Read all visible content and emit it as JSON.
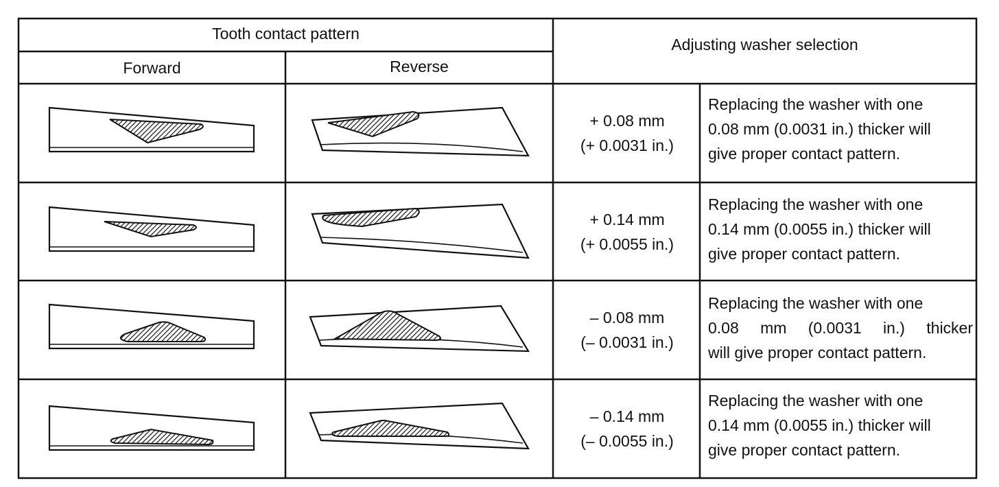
{
  "headers": {
    "tooth_contact_pattern": "Tooth contact pattern",
    "forward": "Forward",
    "reverse": "Reverse",
    "adjusting_washer_selection": "Adjusting washer selection"
  },
  "rows": [
    {
      "adjust_mm": "+ 0.08 mm",
      "adjust_in": "(+ 0.0031 in.)",
      "note_lines": [
        "Replacing the washer with one",
        "0.08 mm (0.0031 in.) thicker will",
        "give proper contact pattern."
      ]
    },
    {
      "adjust_mm": "+ 0.14 mm",
      "adjust_in": "(+ 0.0055 in.)",
      "note_lines": [
        "Replacing the washer with one",
        "0.14 mm (0.0055 in.) thicker will",
        "give proper contact pattern."
      ]
    },
    {
      "adjust_mm": "– 0.08 mm",
      "adjust_in": "(– 0.0031 in.)",
      "note_lines": [
        "Replacing the washer with one",
        "0.08 mm (0.0031 in.) thicker",
        "will give proper contact pattern."
      ]
    },
    {
      "adjust_mm": "– 0.14 mm",
      "adjust_in": "(– 0.0055 in.)",
      "note_lines": [
        "Replacing the washer with one",
        "0.14 mm (0.0055 in.) thicker will",
        "give proper contact pattern."
      ]
    }
  ]
}
